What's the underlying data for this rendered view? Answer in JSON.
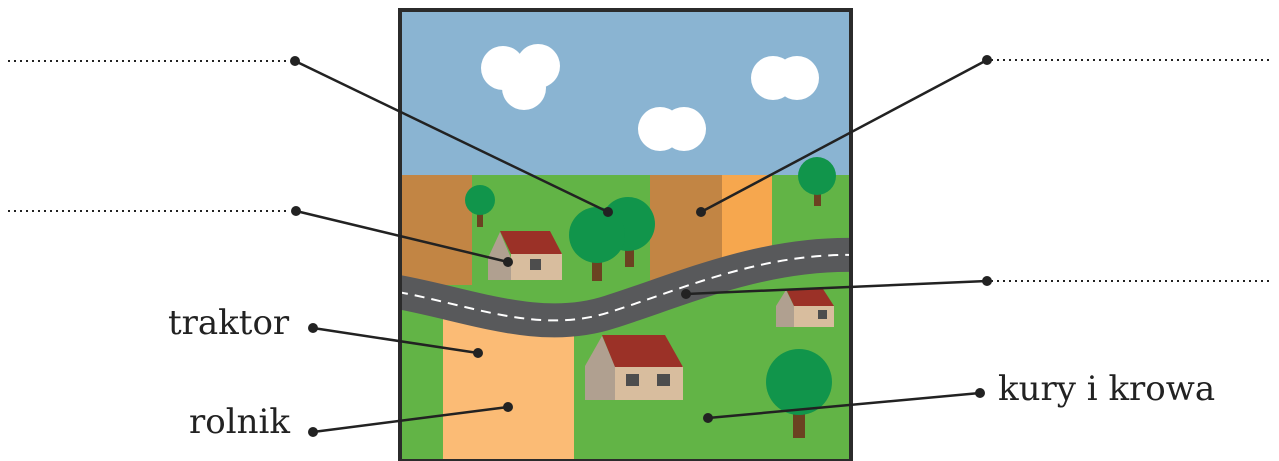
{
  "labels": {
    "traktor": "traktor",
    "rolnik": "rolnik",
    "kury_i_krowa": "kury i krowa"
  },
  "colors": {
    "sky": "#8ab4d2",
    "grass": "#62b446",
    "field_brown": "#c28544",
    "field_orange": "#f6a74e",
    "field_peach": "#fbbb75",
    "road": "#58595b",
    "house_wall": "#d8bd9e",
    "house_side": "#b0a090",
    "roof": "#9b3127",
    "tree": "#11954b",
    "trunk": "#6b4221",
    "frame": "#2b2b2b",
    "line": "#222222"
  },
  "icons": [
    "cloud-icon",
    "tree-icon",
    "house-icon",
    "road-icon",
    "field-icon"
  ]
}
